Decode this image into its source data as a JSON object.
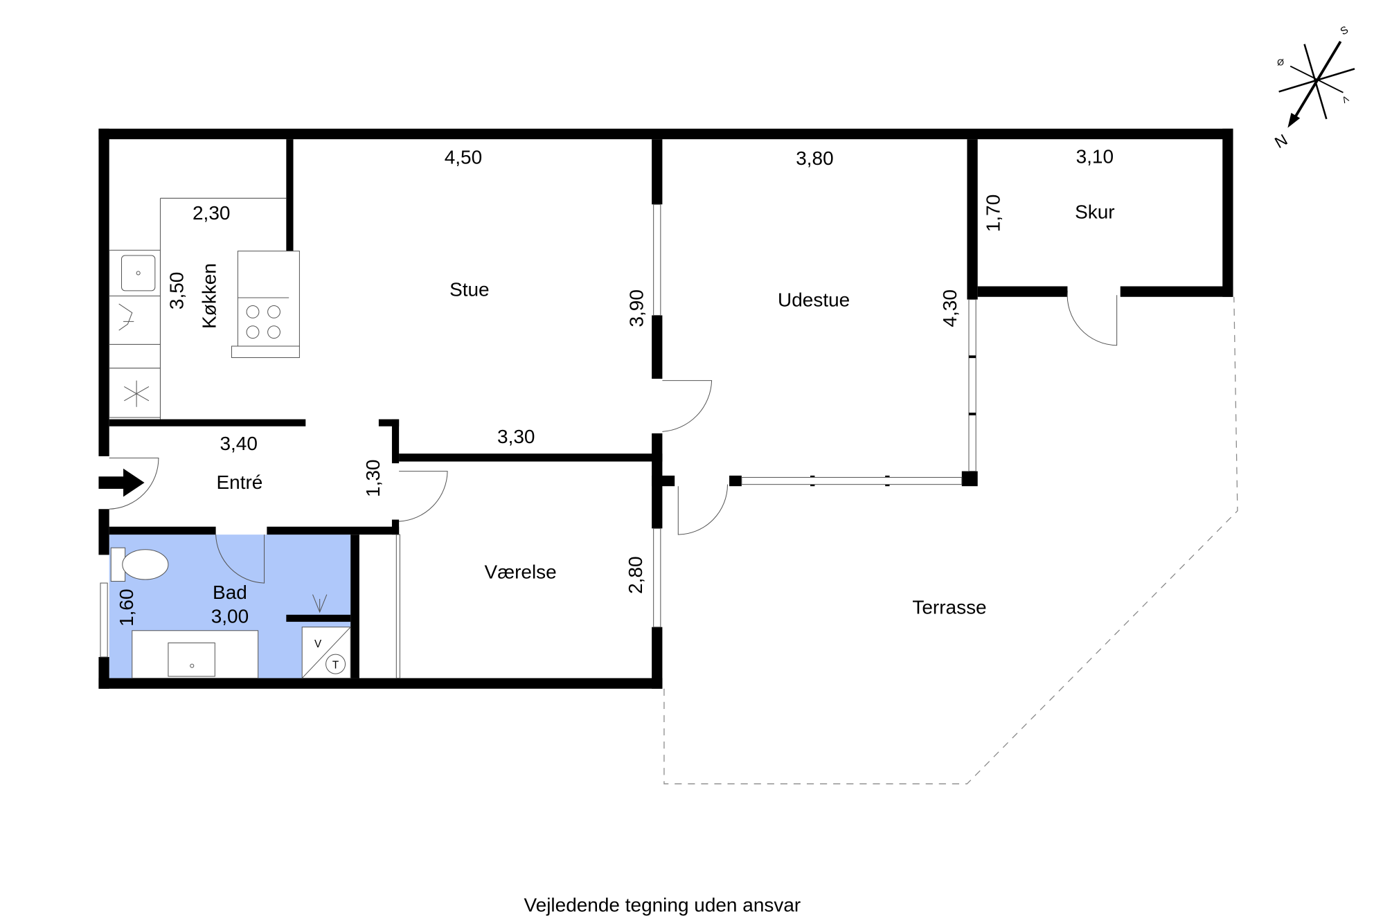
{
  "rooms": {
    "kitchen": {
      "name": "Køkken",
      "width": "2,30",
      "length": "3,50"
    },
    "living": {
      "name": "Stue",
      "width": "4,50",
      "length": "3,90"
    },
    "sunroom": {
      "name": "Udestue",
      "width": "3,80",
      "length": "4,30"
    },
    "shed": {
      "name": "Skur",
      "width": "3,10",
      "length": "1,70"
    },
    "entrance": {
      "name": "Entré",
      "width": "3,40",
      "length": "1,30"
    },
    "bedroom": {
      "name": "Værelse",
      "width": "3,30",
      "length": "2,80"
    },
    "bath": {
      "name": "Bad",
      "width": "3,00",
      "length": "1,60"
    },
    "terrace": {
      "name": "Terrasse"
    }
  },
  "fixtures": {
    "washer": "V",
    "dryer": "T"
  },
  "compass": {
    "n": "N",
    "s": "S",
    "e": "Ø",
    "w": "V"
  },
  "colors": {
    "bath_fill": "#afc8fa",
    "wall": "#000000"
  },
  "footer": "Vejledende tegning uden ansvar"
}
